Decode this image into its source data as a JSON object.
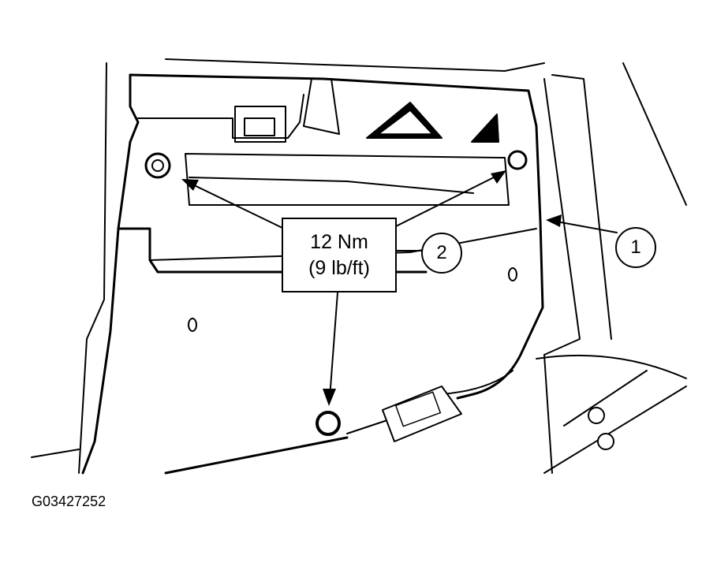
{
  "torque_spec": {
    "line1": "12 Nm",
    "line2": "(9 lb/ft)"
  },
  "callouts": [
    "1",
    "2"
  ],
  "figure_code": "G03427252"
}
